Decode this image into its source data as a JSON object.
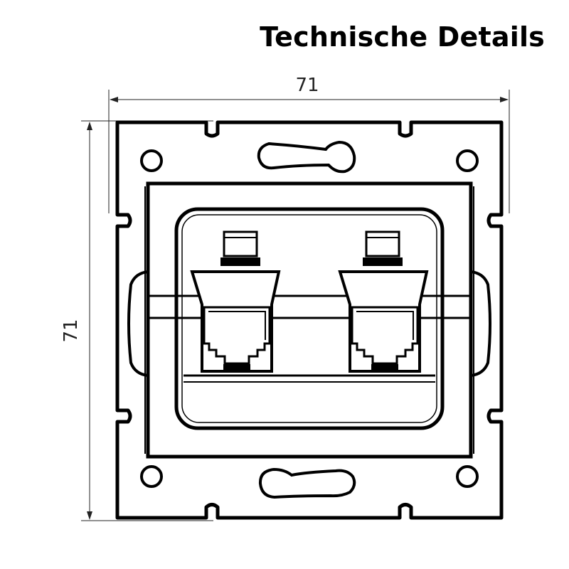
{
  "title": "Technische Details",
  "dimensions": {
    "width_label": "71",
    "height_label": "71"
  }
}
